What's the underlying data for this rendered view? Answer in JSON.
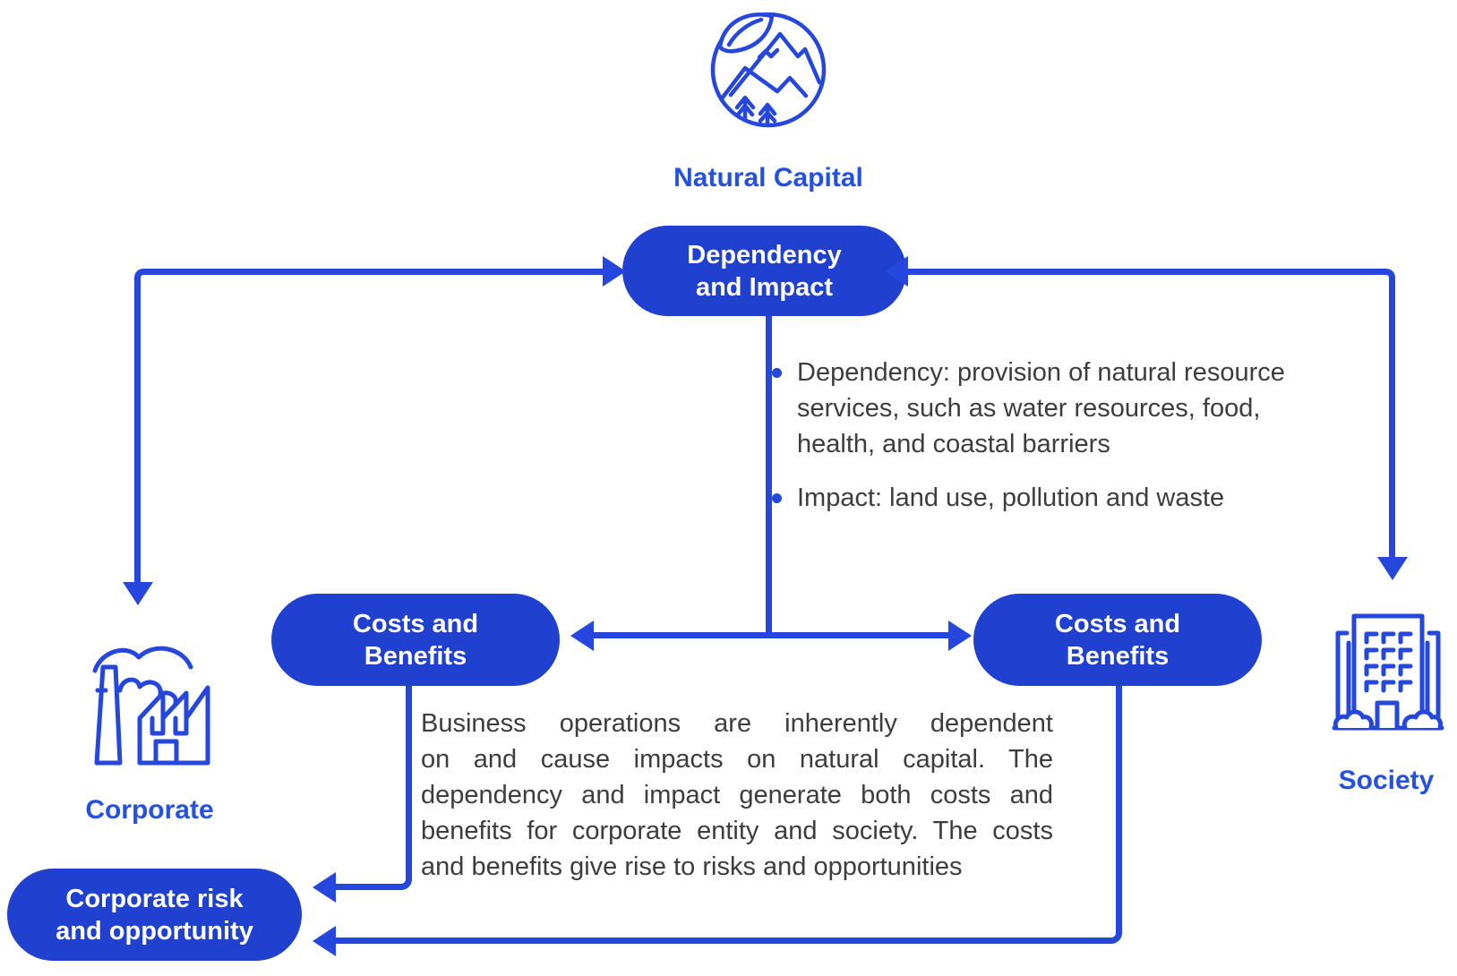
{
  "colors": {
    "pill_fill": "#2040cf",
    "arrow": "#2547dd",
    "heading": "#2551e3",
    "body_text": "#3d3d3d",
    "background": "#ffffff"
  },
  "nodes": {
    "natural_capital": {
      "label": "Natural Capital",
      "icon": "mountain-landscape-icon"
    },
    "dependency_impact": {
      "lines": [
        "Dependency",
        "and Impact"
      ]
    },
    "costs_benefits_left": {
      "lines": [
        "Costs and",
        "Benefits"
      ]
    },
    "costs_benefits_right": {
      "lines": [
        "Costs and",
        "Benefits"
      ]
    },
    "corporate": {
      "label": "Corporate",
      "icon": "factory-icon"
    },
    "society": {
      "label": "Society",
      "icon": "office-building-icon"
    },
    "corporate_risk": {
      "lines": [
        "Corporate risk",
        "and opportunity"
      ]
    }
  },
  "bullets": [
    {
      "lines": [
        "Dependency: provision of natural resource",
        "services, such as water resources, food,",
        "health, and coastal barriers"
      ]
    },
    {
      "lines": [
        "Impact: land use, pollution and waste"
      ]
    }
  ],
  "paragraph": {
    "lines": [
      "Business operations are inherently dependent",
      "on and cause impacts on natural capital. The",
      "dependency and impact generate both costs and",
      "benefits for corporate entity and society. The costs",
      "and benefits give rise to risks and opportunities"
    ]
  }
}
